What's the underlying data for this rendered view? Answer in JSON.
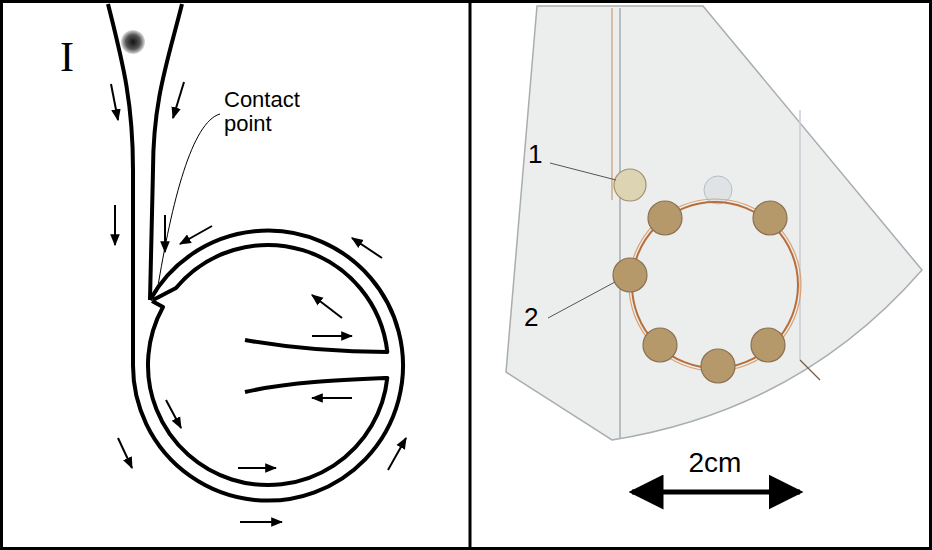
{
  "diagram": {
    "labels": [
      "I",
      "Contact point",
      "1",
      "2",
      "2cm"
    ]
  }
}
